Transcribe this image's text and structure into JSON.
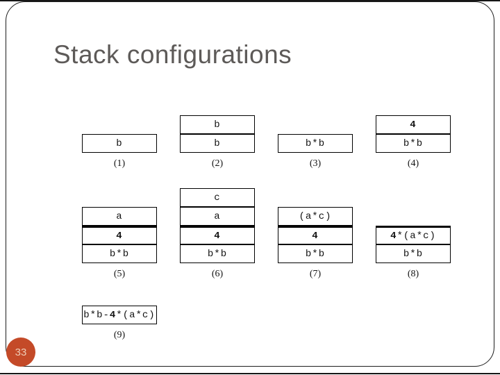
{
  "slide": {
    "title": "Stack configurations",
    "page_number": "33",
    "accent_color": "#c44a28"
  },
  "stacks": [
    {
      "label": "(1)",
      "row": 1,
      "col": 1,
      "cells": [
        {
          "segments": [
            {
              "text": "b"
            }
          ]
        }
      ]
    },
    {
      "label": "(2)",
      "row": 1,
      "col": 2,
      "cells": [
        {
          "segments": [
            {
              "text": "b"
            }
          ]
        },
        {
          "segments": [
            {
              "text": "b"
            }
          ]
        }
      ]
    },
    {
      "label": "(3)",
      "row": 1,
      "col": 3,
      "cells": [
        {
          "segments": [
            {
              "text": "b*b"
            }
          ]
        }
      ]
    },
    {
      "label": "(4)",
      "row": 1,
      "col": 4,
      "cells": [
        {
          "segments": [
            {
              "text": "4",
              "bold": true
            }
          ]
        },
        {
          "segments": [
            {
              "text": "b*b"
            }
          ]
        }
      ]
    },
    {
      "label": "(5)",
      "row": 2,
      "col": 1,
      "cells": [
        {
          "segments": [
            {
              "text": "a"
            }
          ]
        },
        {
          "thick_top": true,
          "segments": [
            {
              "text": "4",
              "bold": true
            }
          ]
        },
        {
          "segments": [
            {
              "text": "b*b"
            }
          ]
        }
      ]
    },
    {
      "label": "(6)",
      "row": 2,
      "col": 2,
      "cells": [
        {
          "segments": [
            {
              "text": "c"
            }
          ]
        },
        {
          "segments": [
            {
              "text": "a"
            }
          ]
        },
        {
          "thick_top": true,
          "segments": [
            {
              "text": "4",
              "bold": true
            }
          ]
        },
        {
          "segments": [
            {
              "text": "b*b"
            }
          ]
        }
      ]
    },
    {
      "label": "(7)",
      "row": 2,
      "col": 3,
      "cells": [
        {
          "segments": [
            {
              "text": "(a*c)"
            }
          ]
        },
        {
          "thick_top": true,
          "segments": [
            {
              "text": "4",
              "bold": true
            }
          ]
        },
        {
          "segments": [
            {
              "text": "b*b"
            }
          ]
        }
      ]
    },
    {
      "label": "(8)",
      "row": 2,
      "col": 4,
      "cells": [
        {
          "thick_top": true,
          "segments": [
            {
              "text": "4",
              "bold": true
            },
            {
              "text": "*(a*c)"
            }
          ]
        },
        {
          "segments": [
            {
              "text": "b*b"
            }
          ]
        }
      ]
    },
    {
      "label": "(9)",
      "row": 3,
      "col": 1,
      "cells": [
        {
          "segments": [
            {
              "text": "b*b-"
            },
            {
              "text": "4",
              "bold": true
            },
            {
              "text": "*(a*c)"
            }
          ]
        }
      ]
    }
  ]
}
